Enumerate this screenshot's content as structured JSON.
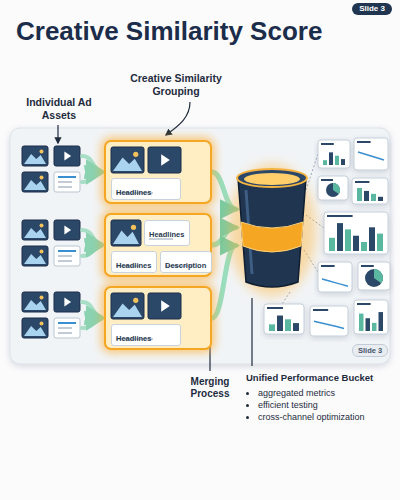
{
  "diagram": {
    "title": "Creative Similarity Score",
    "nodes": [
      {
        "text": [
          "Headlines"
        ]
      },
      {
        "text": [
          "Headlines",
          "Headlines",
          "Description"
        ]
      },
      {
        "text": [
          "Headlines"
        ]
      },
      {
        "text": [
          "Unified Performance Bucket",
          "aggregated metrics",
          "efficient testing",
          "cross-channel optimization"
        ]
      }
    ],
    "edges": [
      {
        "from": 0,
        "to": 3,
        "arrow": "to"
      },
      {
        "from": 1,
        "to": 3,
        "arrow": "to"
      },
      {
        "from": 2,
        "to": 3,
        "arrow": "to"
      }
    ],
    "labels": [
      "Slide 3",
      "Individual Ad Assets",
      "Creative Similarity Grouping",
      "Merging Process",
      "Slide 3"
    ]
  }
}
